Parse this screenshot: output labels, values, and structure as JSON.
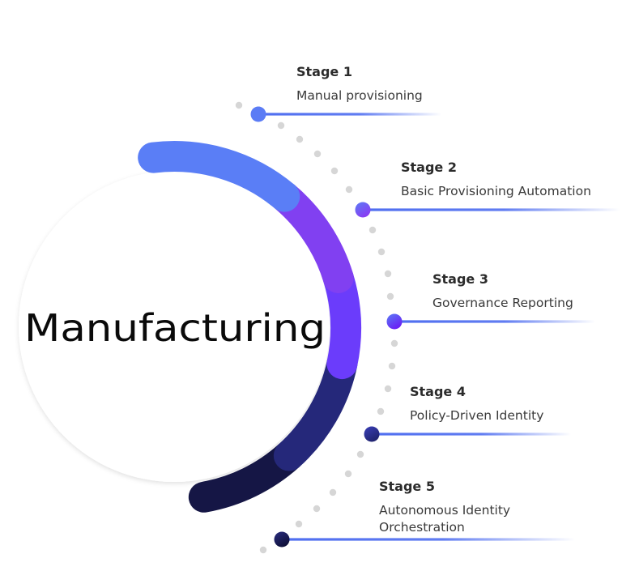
{
  "center": {
    "label": "Manufacturing"
  },
  "stages": [
    {
      "title": "Stage 1",
      "description": [
        "Manual provisioning"
      ],
      "color": "#5b7cf5",
      "color_end": "#5b7cf5"
    },
    {
      "title": "Stage 2",
      "description": [
        "Basic Provisioning Automation"
      ],
      "color": "#5b7cf5",
      "color_end": "#8a3cf3"
    },
    {
      "title": "Stage 3",
      "description": [
        "Governance Reporting"
      ],
      "color": "#5b7cf5",
      "color_end": "#6a1ef5"
    },
    {
      "title": "Stage 4",
      "description": [
        "Policy-Driven Identity"
      ],
      "color": "#3a3fb8",
      "color_end": "#1f236e"
    },
    {
      "title": "Stage 5",
      "description": [
        "Autonomous Identity",
        "Orchestration"
      ],
      "color": "#2a2d80",
      "color_end": "#0f1038"
    }
  ],
  "arc_segments": [
    {
      "name": "segment-1",
      "color": "#5a7ef6"
    },
    {
      "name": "segment-2",
      "color": "#8140f1"
    },
    {
      "name": "segment-3",
      "color": "#6b3cfb"
    },
    {
      "name": "segment-4",
      "color": "#25287a"
    },
    {
      "name": "segment-5",
      "color": "#151645"
    }
  ],
  "connector_color": "#4f6ef0",
  "dot_color": "#d6d6d6"
}
